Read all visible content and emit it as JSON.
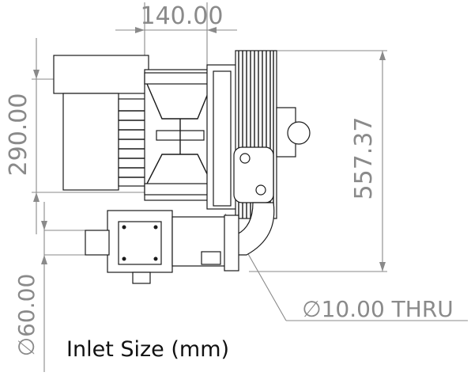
{
  "dimensions": {
    "width": "140.00",
    "height_left": "290.00",
    "height_right": "557.37",
    "hole": "∅10.00 THRU",
    "inlet_diameter": "∅60.00"
  },
  "caption": "Inlet Size (mm)",
  "colors": {
    "dimension": "#8a8a8a",
    "outline": "#1a1a1a",
    "fill": "#ffffff"
  }
}
